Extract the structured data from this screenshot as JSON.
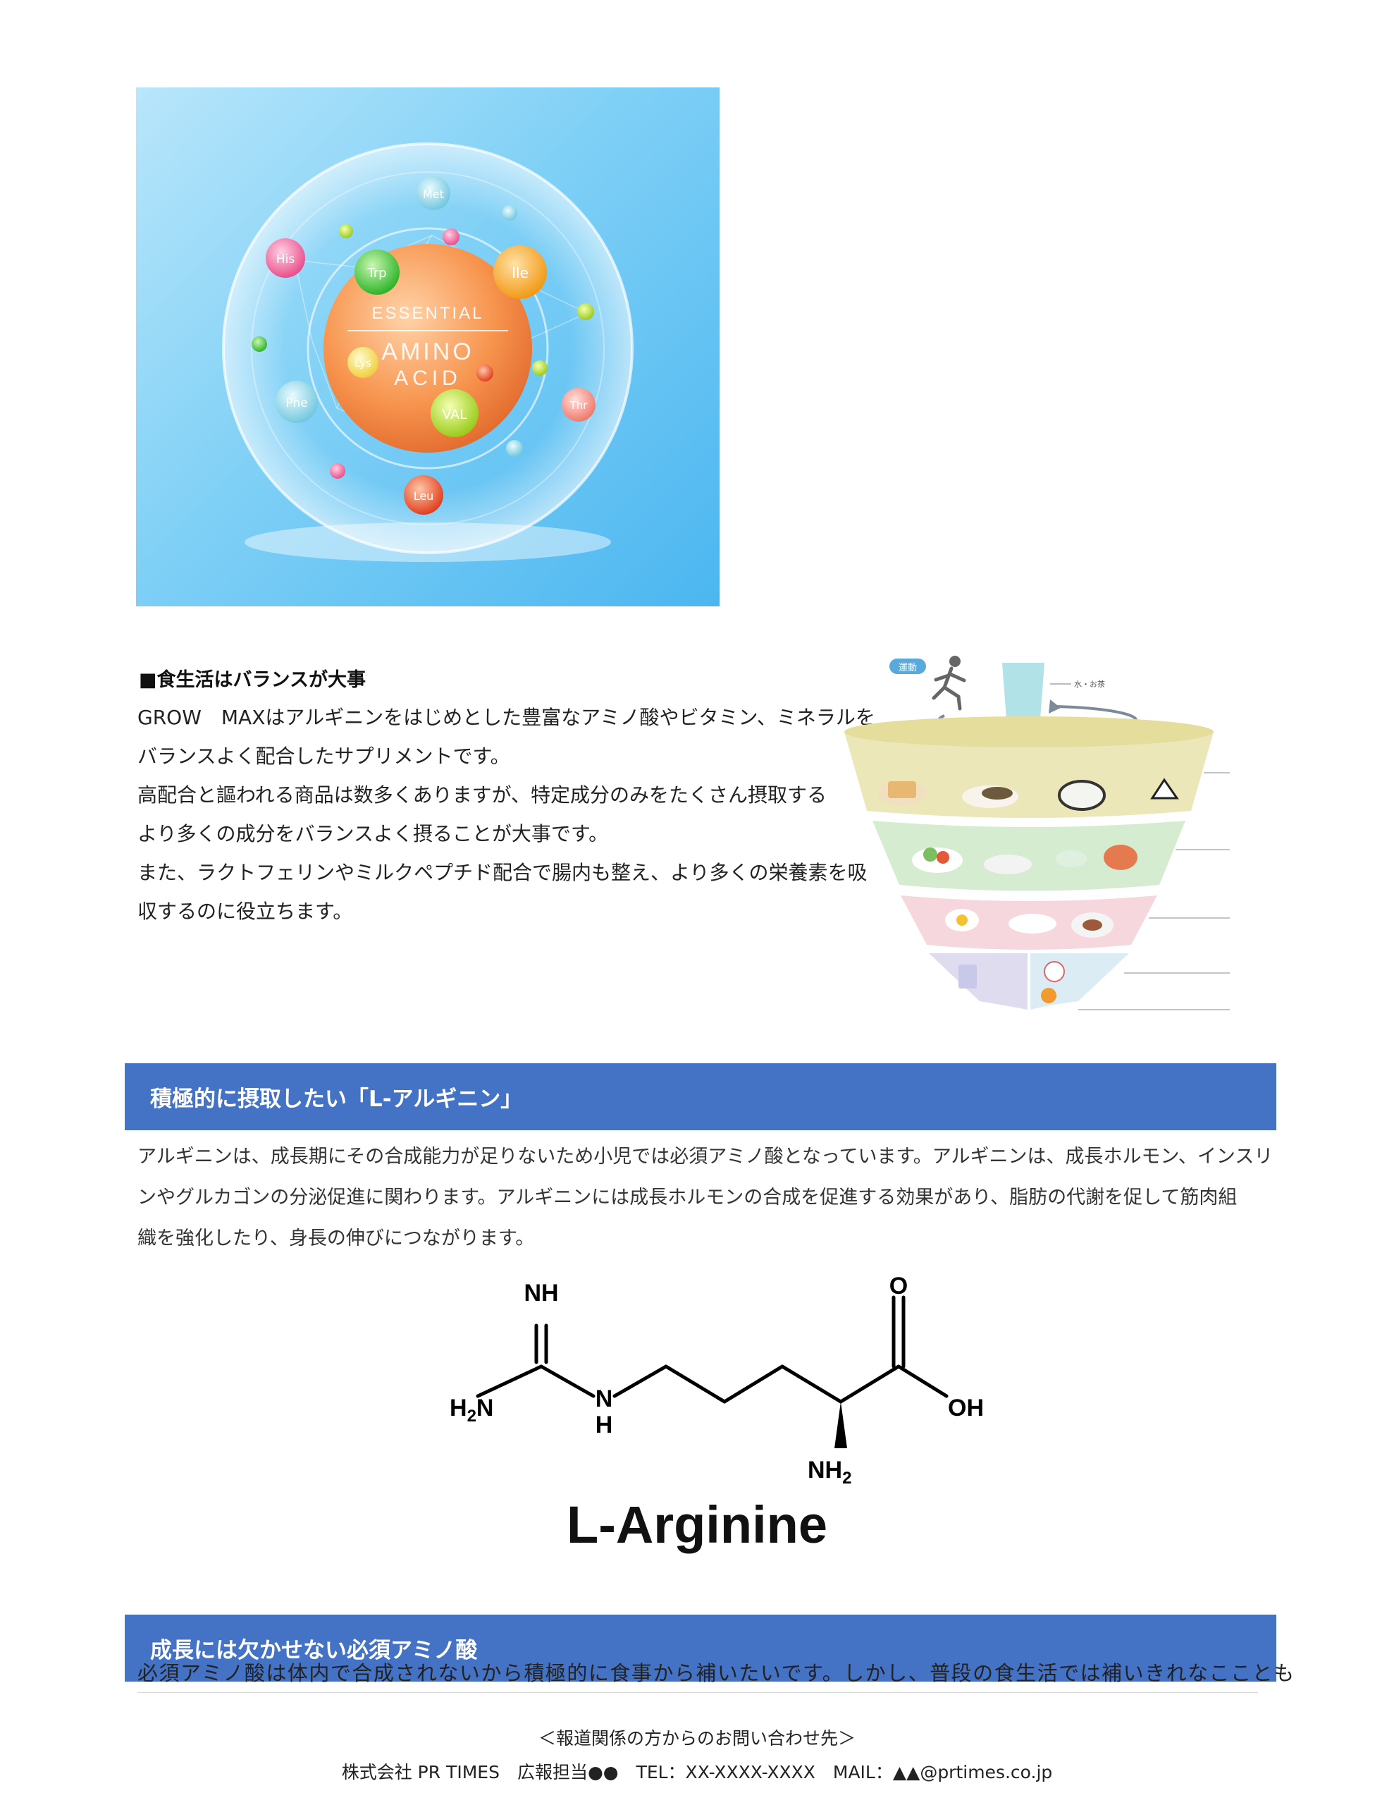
{
  "amino_image": {
    "center_line1": "ESSENTIAL",
    "center_line2": "AMINO",
    "center_line3": "ACID",
    "balls": [
      "Met",
      "His",
      "Trp",
      "Ile",
      "Lys",
      "Phe",
      "VAL",
      "Thr",
      "Leu"
    ]
  },
  "balance": {
    "title": "■食生活はバランスが大事",
    "lines": [
      "GROW　MAXはアルギニンをはじめとした豊富なアミノ酸やビタミン、ミネラルを",
      "バランスよく配合したサプリメントです。",
      "高配合と謳われる商品は数多くありますが、特定成分のみをたくさん摂取する",
      "より多くの成分をバランスよく摂ることが大事です。",
      "また、ラクトフェリンやミルクペプチド配合で腸内も整え、より多くの栄養素を吸",
      "収するのに役立ちます。"
    ]
  },
  "pyramid": {
    "label_exercise": "運動",
    "label_water": "水・お茶"
  },
  "section1": {
    "title": "積極的に摂取したい「L-アルギニン」",
    "lines": [
      "アルギニンは、成長期にその合成能力が足りないため小児では必須アミノ酸となっています。アルギニンは、成長ホルモン、インスリ",
      "ンやグルカゴンの分泌促進に関わります。アルギニンには成長ホルモンの合成を促進する効果があり、脂肪の代謝を促して筋肉組",
      "織を強化したり、身長の伸びにつながります。"
    ]
  },
  "structure": {
    "nh": "NH",
    "h2n_main": "H",
    "h2n_sub": "2",
    "h2n_tail": "N",
    "n": "N",
    "h": "H",
    "o": "O",
    "oh": "OH",
    "nh2_main": "NH",
    "nh2_sub": "2",
    "name": "L-Arginine"
  },
  "section2": {
    "title": "成長には欠かせない必須アミノ酸",
    "line": "必須アミノ酸は体内で合成されないから積極的に食事から補いたいです。しかし、普段の食生活では補いきれなこことも"
  },
  "footer": {
    "line1": "＜報道関係の方からのお問い合わせ先＞",
    "line2": "株式会社 PR TIMES　広報担当●●　TEL：XX-XXXX-XXXX　MAIL：▲▲@prtimes.co.jp"
  }
}
